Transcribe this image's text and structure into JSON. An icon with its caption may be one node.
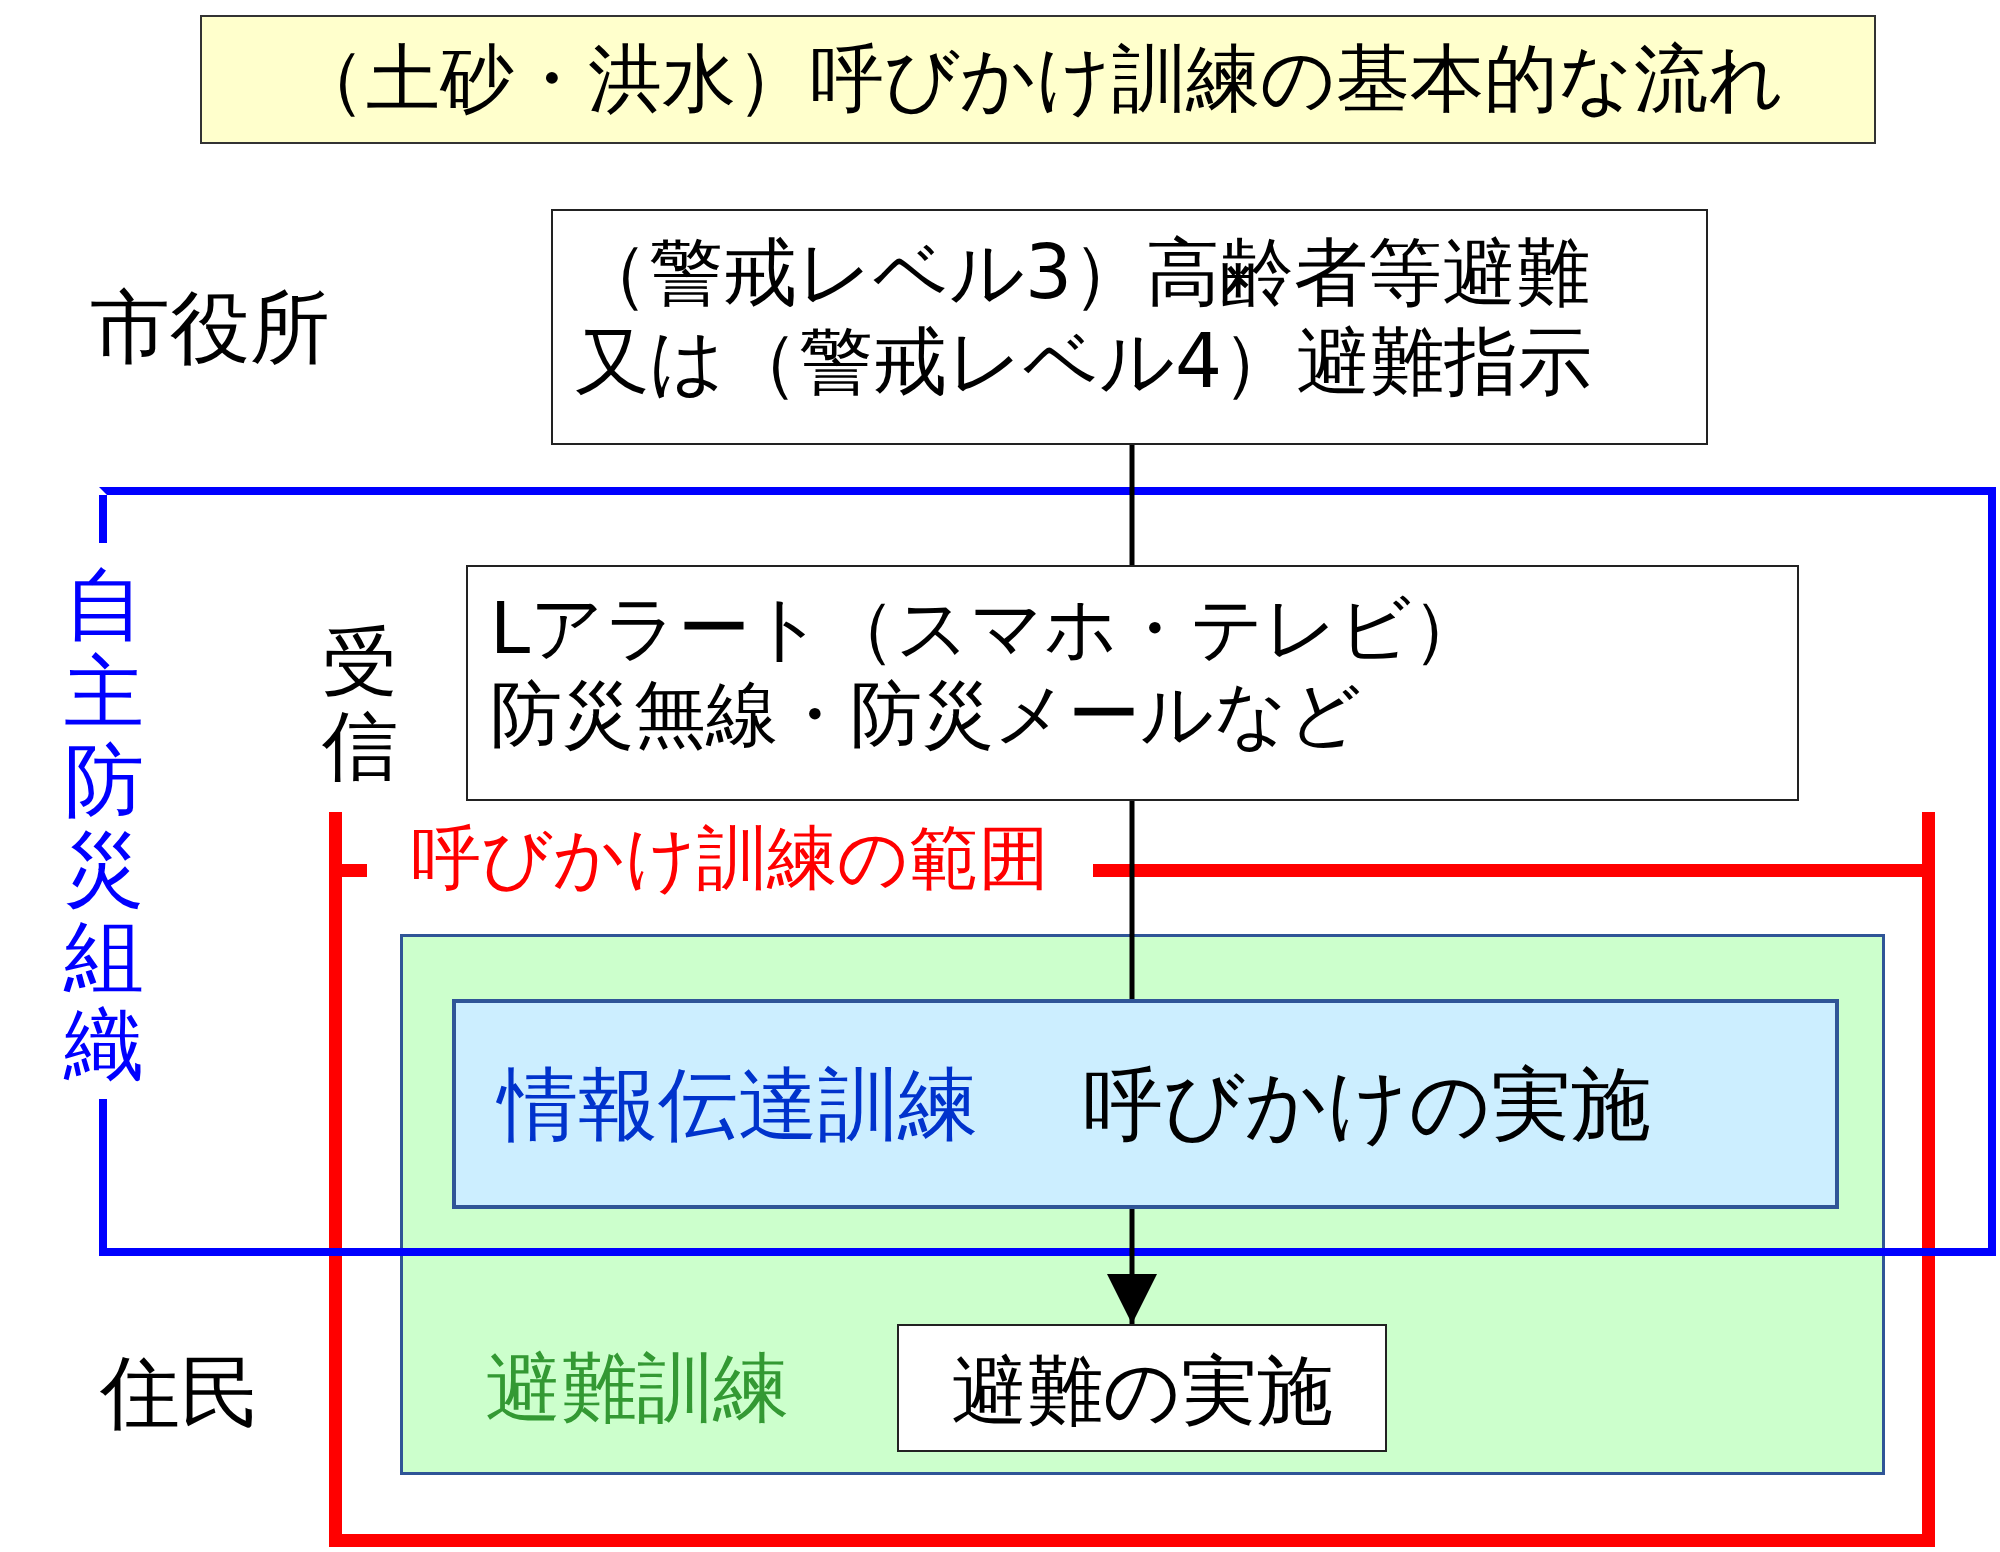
{
  "diagram": {
    "title": "（土砂・洪水）呼びかけ訓練の基本的な流れ",
    "nodes": [
      {
        "text": [
          "（警戒レベル3）高齢者等避難又は（警戒レベル4）避難指示"
        ]
      },
      {
        "text": [
          "自主防災組織"
        ]
      },
      {
        "text": [
          "Lアラート（スマホ・テレビ）防災無線・防災メールなど"
        ],
        "in": 1
      },
      {
        "text": [
          "呼びかけ訓練の範囲"
        ]
      },
      {
        "text": [
          "避難訓練"
        ],
        "in": 3
      },
      {
        "text": [
          "情報伝達訓練",
          "呼びかけの実施"
        ]
      },
      {
        "text": [
          "避難の実施"
        ],
        "in": 4
      }
    ],
    "edges": [
      {
        "from": 0,
        "to": 2,
        "arrow": "none"
      },
      {
        "from": 2,
        "to": 5,
        "arrow": "none"
      },
      {
        "from": 5,
        "to": 6,
        "arrow": "to"
      }
    ],
    "labels": [
      "市役所",
      "受信",
      "住民"
    ]
  }
}
